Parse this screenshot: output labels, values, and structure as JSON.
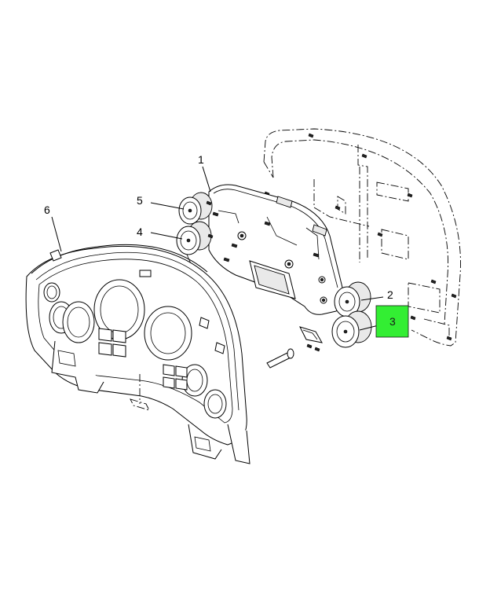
{
  "diagram": {
    "callouts": [
      {
        "id": "c1",
        "label": "1",
        "highlighted": false
      },
      {
        "id": "c2",
        "label": "2",
        "highlighted": false
      },
      {
        "id": "c3",
        "label": "3",
        "highlighted": true
      },
      {
        "id": "c4",
        "label": "4",
        "highlighted": false
      },
      {
        "id": "c5",
        "label": "5",
        "highlighted": false
      },
      {
        "id": "c6",
        "label": "6",
        "highlighted": false
      }
    ],
    "highlight_color": "#33ee33"
  }
}
